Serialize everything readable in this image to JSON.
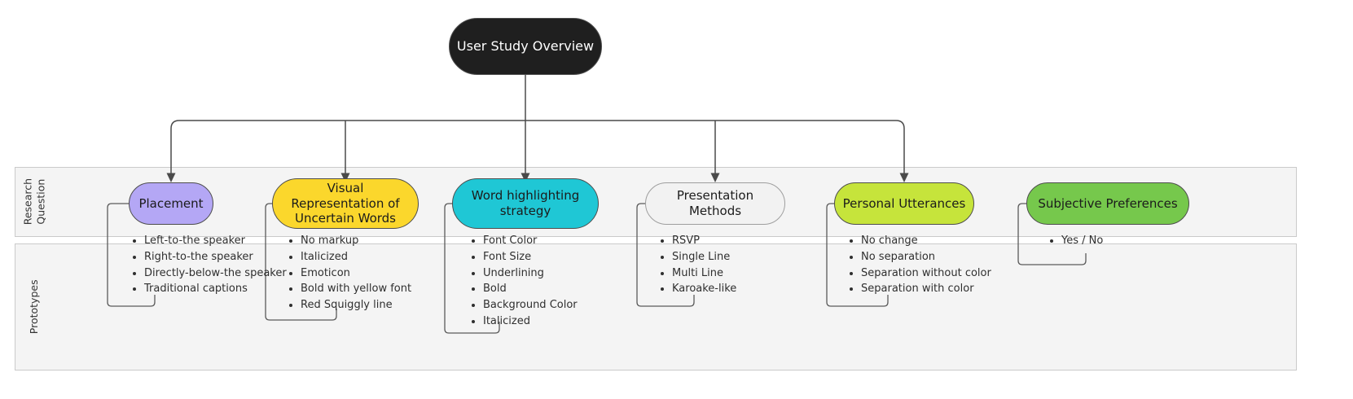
{
  "diagram": {
    "root": {
      "label": "User Study Overview",
      "fill": "#1F1F1F",
      "text_color": "#FFFFFF"
    },
    "edge_color": "#4A4A4A",
    "bands": [
      {
        "label": "Research Question",
        "fill": "#F4F4F4",
        "border": "#CACACA"
      },
      {
        "label": "Prototypes",
        "fill": "#F4F4F4",
        "border": "#CACACA"
      }
    ],
    "nodes": [
      {
        "label": "Placement",
        "fill": "#B4A7F5",
        "border": "#4D4D4D",
        "text_color": "#1B1B1B",
        "prototypes": [
          "Left-to-the speaker",
          "Right-to-the speaker",
          "Directly-below-the speaker",
          "Traditional captions"
        ]
      },
      {
        "label": "Visual Representation of Uncertain Words",
        "fill": "#FBD72C",
        "border": "#4D4D4D",
        "text_color": "#1B1B1B",
        "prototypes": [
          "No markup",
          "Italicized",
          "Emoticon",
          "Bold with yellow font",
          "Red Squiggly line"
        ]
      },
      {
        "label": "Word highlighting strategy",
        "fill": "#1FC7D5",
        "border": "#4D4D4D",
        "text_color": "#1B1B1B",
        "prototypes": [
          "Font Color",
          "Font Size",
          "Underlining",
          "Bold",
          "Background Color",
          "Italicized"
        ]
      },
      {
        "label": "Presentation Methods",
        "fill": "#F2F2F2",
        "border": "#9E9E9E",
        "text_color": "#1B1B1B",
        "prototypes": [
          "RSVP",
          "Single Line",
          "Multi Line",
          "Karoake-like"
        ]
      },
      {
        "label": "Personal Utterances",
        "fill": "#C6E43B",
        "border": "#4D4D4D",
        "text_color": "#1B1B1B",
        "prototypes": [
          "No change",
          "No separation",
          "Separation without color",
          "Separation with color"
        ]
      },
      {
        "label": "Subjective Preferences",
        "fill": "#76C84C",
        "border": "#4D4D4D",
        "text_color": "#1B1B1B",
        "prototypes": [
          "Yes / No"
        ]
      }
    ]
  }
}
